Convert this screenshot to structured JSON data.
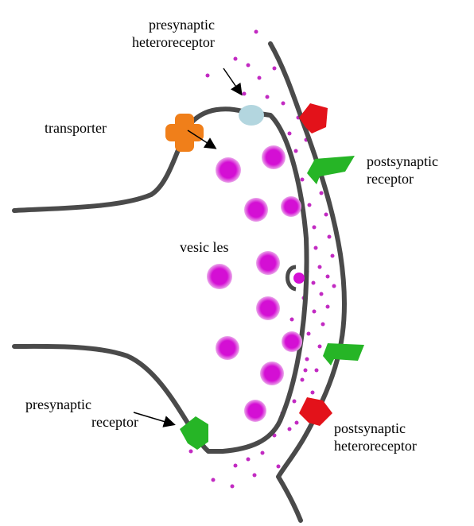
{
  "labels": {
    "presynaptic_heteroreceptor": [
      "presynaptic",
      "heteroreceptor"
    ],
    "transporter": "transporter",
    "postsynaptic_receptor": [
      "postsynaptic",
      "receptor"
    ],
    "vesicles": "vesic les",
    "presynaptic_receptor": [
      "presynaptic",
      "receptor"
    ],
    "postsynaptic_heteroreceptor": [
      "postsynaptic",
      "heteroreceptor"
    ]
  },
  "colors": {
    "membrane": "#4a4a4a",
    "vesicle": "#d40fd4",
    "vesicle_halo": "#e79ae7",
    "neurotransmitter": "#c22ac2",
    "transporter": "#f07f1a",
    "presynaptic_heteroreceptor": "#b3d6df",
    "postsynaptic_receptor": "#26b526",
    "heteroreceptor_red": "#e3121a",
    "arrow": "#000000"
  }
}
